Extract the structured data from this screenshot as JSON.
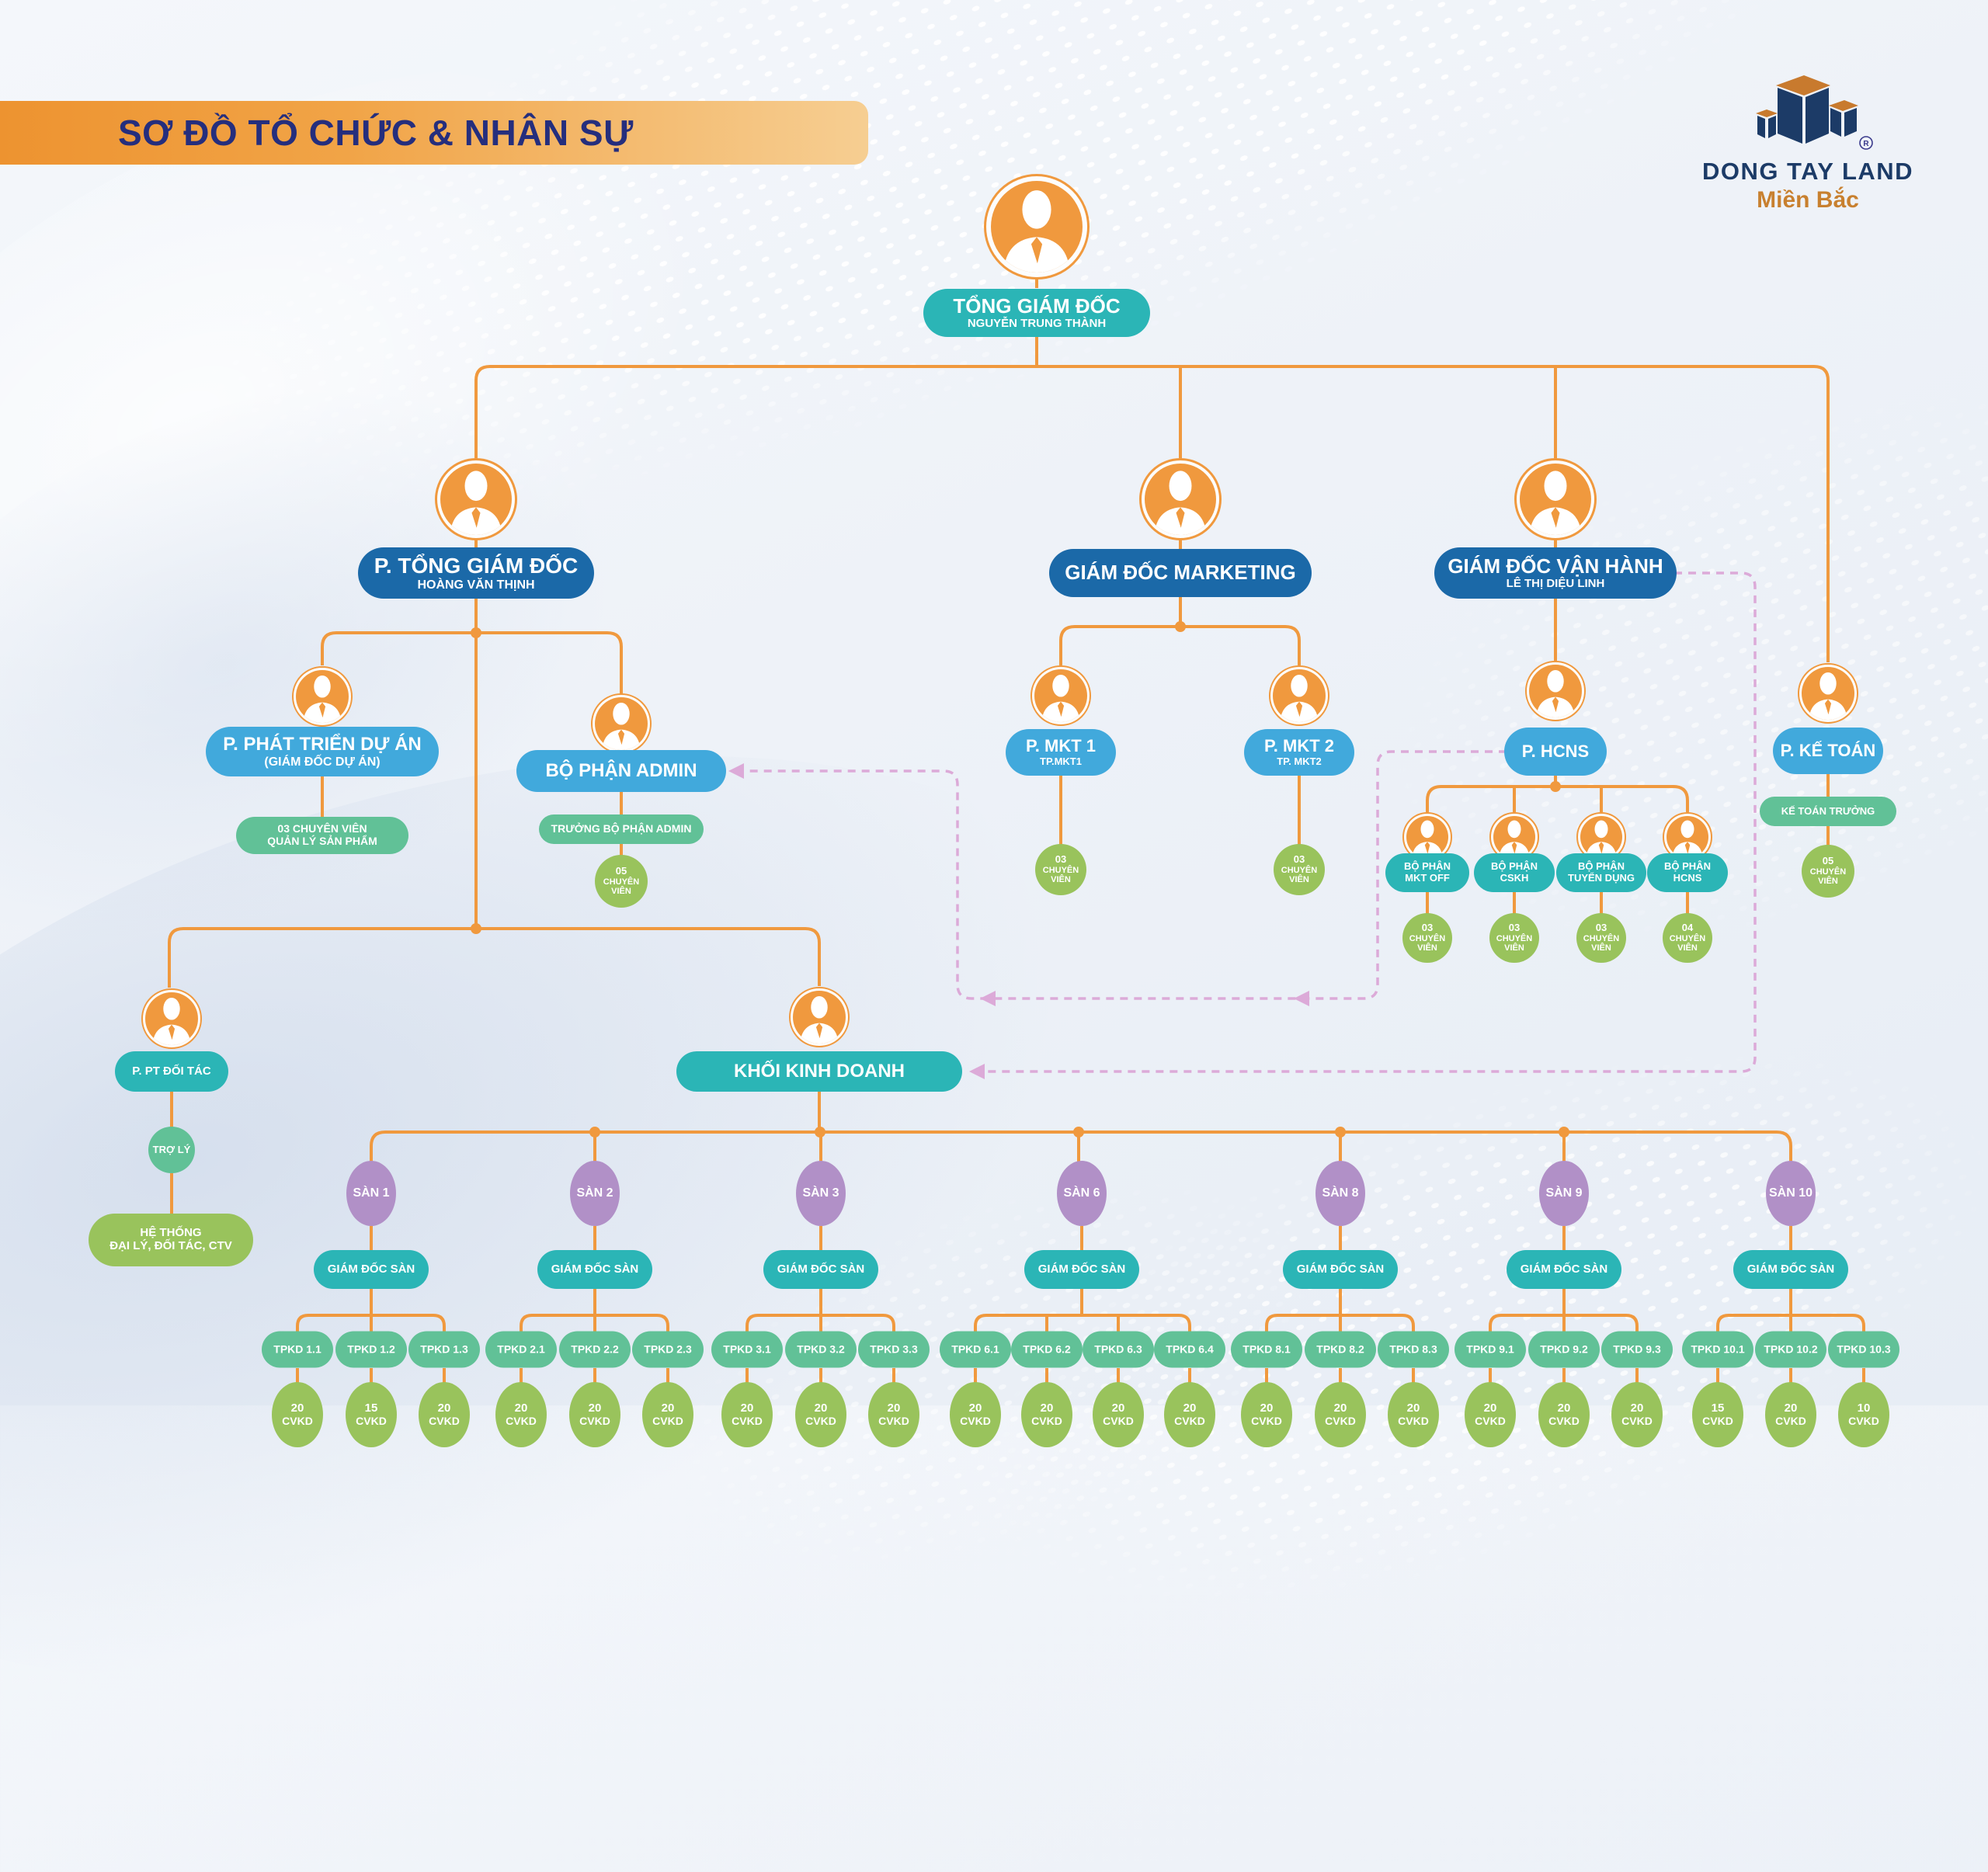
{
  "page_title": "SƠ ĐỒ TỔ CHỨC & NHÂN SỰ",
  "logo": {
    "brand": "DONG TAY LAND",
    "region": "Miền Bắc",
    "reg_mark": "R"
  },
  "colors": {
    "accent_orange": "#F0993E",
    "teal": "#2BB5B6",
    "dark_blue": "#1B69A8",
    "light_blue": "#41A9DC",
    "green": "#61C197",
    "olive_green": "#99C35C",
    "purple": "#B190C7",
    "navy_title": "#252E7D",
    "dashed_pink": "#DCAAD8"
  },
  "units": {
    "ceo": {
      "title": "TỔNG GIÁM ĐỐC",
      "person": "NGUYỄN TRUNG THÀNH"
    },
    "deputy_ceo": {
      "title": "P. TỔNG GIÁM ĐỐC",
      "person": "HOÀNG VĂN THỊNH"
    },
    "marketing_director": {
      "title": "GIÁM ĐỐC MARKETING"
    },
    "operations_director": {
      "title": "GIÁM ĐỐC VẬN HÀNH",
      "person": "LÊ THỊ DIỆU LINH"
    },
    "project_dev": {
      "title": "P. PHÁT TRIỂN DỰ ÁN",
      "person": "(GIÁM ĐỐC DỰ ÁN)",
      "staff": [
        "03 CHUYÊN VIÊN",
        "QUẢN LÝ SẢN PHẨM"
      ]
    },
    "admin": {
      "title": "BỘ PHẬN ADMIN",
      "head": "TRƯỞNG BỘ PHẬN ADMIN",
      "staff": [
        "05",
        "CHUYÊN",
        "VIÊN"
      ]
    },
    "mkt1": {
      "title": "P. MKT 1",
      "person": "TP.MKT1",
      "staff": [
        "03",
        "CHUYÊN",
        "VIÊN"
      ]
    },
    "mkt2": {
      "title": "P. MKT 2",
      "person": "TP. MKT2",
      "staff": [
        "03",
        "CHUYÊN",
        "VIÊN"
      ]
    },
    "hcns": {
      "title": "P. HCNS"
    },
    "bp_mkt_off": {
      "title": "BỘ PHẬN",
      "subtitle": "MKT OFF",
      "staff": [
        "03",
        "CHUYÊN",
        "VIÊN"
      ]
    },
    "bp_cskh": {
      "title": "BỘ PHẬN",
      "subtitle": "CSKH",
      "staff": [
        "03",
        "CHUYÊN",
        "VIÊN"
      ]
    },
    "bp_tuyen_dung": {
      "title": "BỘ PHẬN",
      "subtitle": "TUYỂN DỤNG",
      "staff": [
        "03",
        "CHUYÊN",
        "VIÊN"
      ]
    },
    "bp_hcns": {
      "title": "BỘ PHẬN",
      "subtitle": "HCNS",
      "staff": [
        "04",
        "CHUYÊN",
        "VIÊN"
      ]
    },
    "ketoan": {
      "title": "P. KẾ TOÁN",
      "head": "KẾ TOÁN TRƯỞNG",
      "staff": [
        "05",
        "CHUYÊN",
        "VIÊN"
      ]
    },
    "doitac": {
      "title": "P. PT ĐỐI TÁC",
      "assistant": "TRỢ LÝ",
      "network": [
        "HỆ THỐNG",
        "ĐẠI LÝ, ĐỐI TÁC, CTV"
      ]
    },
    "sales_division": {
      "title": "KHỐI KINH DOANH"
    }
  },
  "floors": [
    {
      "name": "SÀN 1",
      "director": "GIÁM ĐỐC SÀN",
      "teams": [
        {
          "name": "TPKD 1.1",
          "count": "20",
          "unit": "CVKD"
        },
        {
          "name": "TPKD 1.2",
          "count": "15",
          "unit": "CVKD"
        },
        {
          "name": "TPKD 1.3",
          "count": "20",
          "unit": "CVKD"
        }
      ]
    },
    {
      "name": "SÀN 2",
      "director": "GIÁM ĐỐC SÀN",
      "teams": [
        {
          "name": "TPKD 2.1",
          "count": "20",
          "unit": "CVKD"
        },
        {
          "name": "TPKD 2.2",
          "count": "20",
          "unit": "CVKD"
        },
        {
          "name": "TPKD 2.3",
          "count": "20",
          "unit": "CVKD"
        }
      ]
    },
    {
      "name": "SÀN 3",
      "director": "GIÁM ĐỐC SÀN",
      "teams": [
        {
          "name": "TPKD 3.1",
          "count": "20",
          "unit": "CVKD"
        },
        {
          "name": "TPKD 3.2",
          "count": "20",
          "unit": "CVKD"
        },
        {
          "name": "TPKD 3.3",
          "count": "20",
          "unit": "CVKD"
        }
      ]
    },
    {
      "name": "SÀN 6",
      "director": "GIÁM ĐỐC SÀN",
      "teams": [
        {
          "name": "TPKD 6.1",
          "count": "20",
          "unit": "CVKD"
        },
        {
          "name": "TPKD 6.2",
          "count": "20",
          "unit": "CVKD"
        },
        {
          "name": "TPKD 6.3",
          "count": "20",
          "unit": "CVKD"
        },
        {
          "name": "TPKD 6.4",
          "count": "20",
          "unit": "CVKD"
        }
      ]
    },
    {
      "name": "SÀN 8",
      "director": "GIÁM ĐỐC SÀN",
      "teams": [
        {
          "name": "TPKD 8.1",
          "count": "20",
          "unit": "CVKD"
        },
        {
          "name": "TPKD 8.2",
          "count": "20",
          "unit": "CVKD"
        },
        {
          "name": "TPKD 8.3",
          "count": "20",
          "unit": "CVKD"
        }
      ]
    },
    {
      "name": "SÀN 9",
      "director": "GIÁM ĐỐC SÀN",
      "teams": [
        {
          "name": "TPKD 9.1",
          "count": "20",
          "unit": "CVKD"
        },
        {
          "name": "TPKD 9.2",
          "count": "20",
          "unit": "CVKD"
        },
        {
          "name": "TPKD 9.3",
          "count": "20",
          "unit": "CVKD"
        }
      ]
    },
    {
      "name": "SÀN 10",
      "director": "GIÁM ĐỐC SÀN",
      "teams": [
        {
          "name": "TPKD 10.1",
          "count": "15",
          "unit": "CVKD"
        },
        {
          "name": "TPKD 10.2",
          "count": "20",
          "unit": "CVKD"
        },
        {
          "name": "TPKD 10.3",
          "count": "10",
          "unit": "CVKD"
        }
      ]
    }
  ]
}
